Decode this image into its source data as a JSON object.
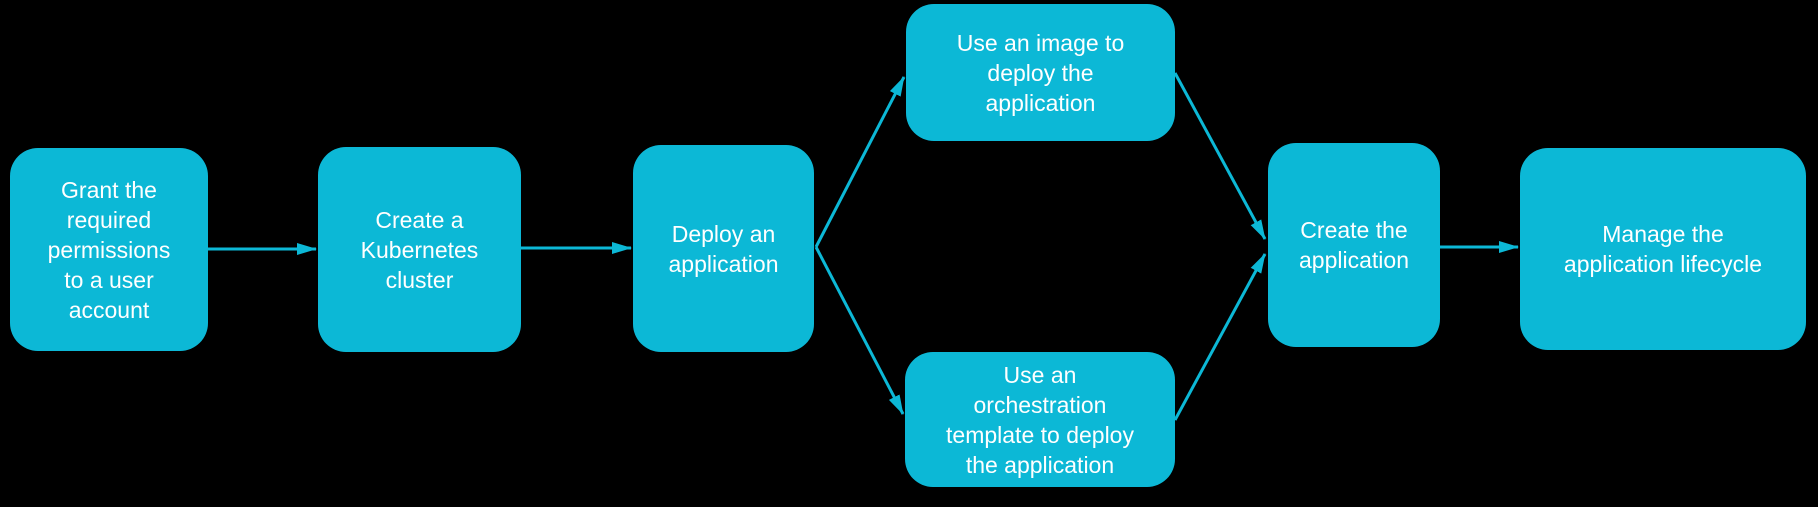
{
  "diagram": {
    "type": "flowchart",
    "colors": {
      "background": "#000000",
      "node_fill": "#0cb8d6",
      "edge": "#0cb8d6",
      "text": "#ffffff"
    },
    "nodes": [
      {
        "id": "grant-permissions",
        "label": "Grant the\nrequired\npermissions\nto a user\naccount"
      },
      {
        "id": "create-kubernetes-cluster",
        "label": "Create a\nKubernetes\ncluster"
      },
      {
        "id": "deploy-application",
        "label": "Deploy an\napplication"
      },
      {
        "id": "use-image",
        "label": "Use an image to\ndeploy the\napplication"
      },
      {
        "id": "use-orchestration-template",
        "label": "Use an\norchestration\ntemplate to deploy\nthe application"
      },
      {
        "id": "create-application",
        "label": "Create the\napplication"
      },
      {
        "id": "manage-application-lifecycle",
        "label": "Manage the\napplication lifecycle"
      }
    ],
    "edges": [
      {
        "from": "grant-permissions",
        "to": "create-kubernetes-cluster"
      },
      {
        "from": "create-kubernetes-cluster",
        "to": "deploy-application"
      },
      {
        "from": "deploy-application",
        "to": "use-image"
      },
      {
        "from": "deploy-application",
        "to": "use-orchestration-template"
      },
      {
        "from": "use-image",
        "to": "create-application"
      },
      {
        "from": "use-orchestration-template",
        "to": "create-application"
      },
      {
        "from": "create-application",
        "to": "manage-application-lifecycle"
      }
    ]
  }
}
